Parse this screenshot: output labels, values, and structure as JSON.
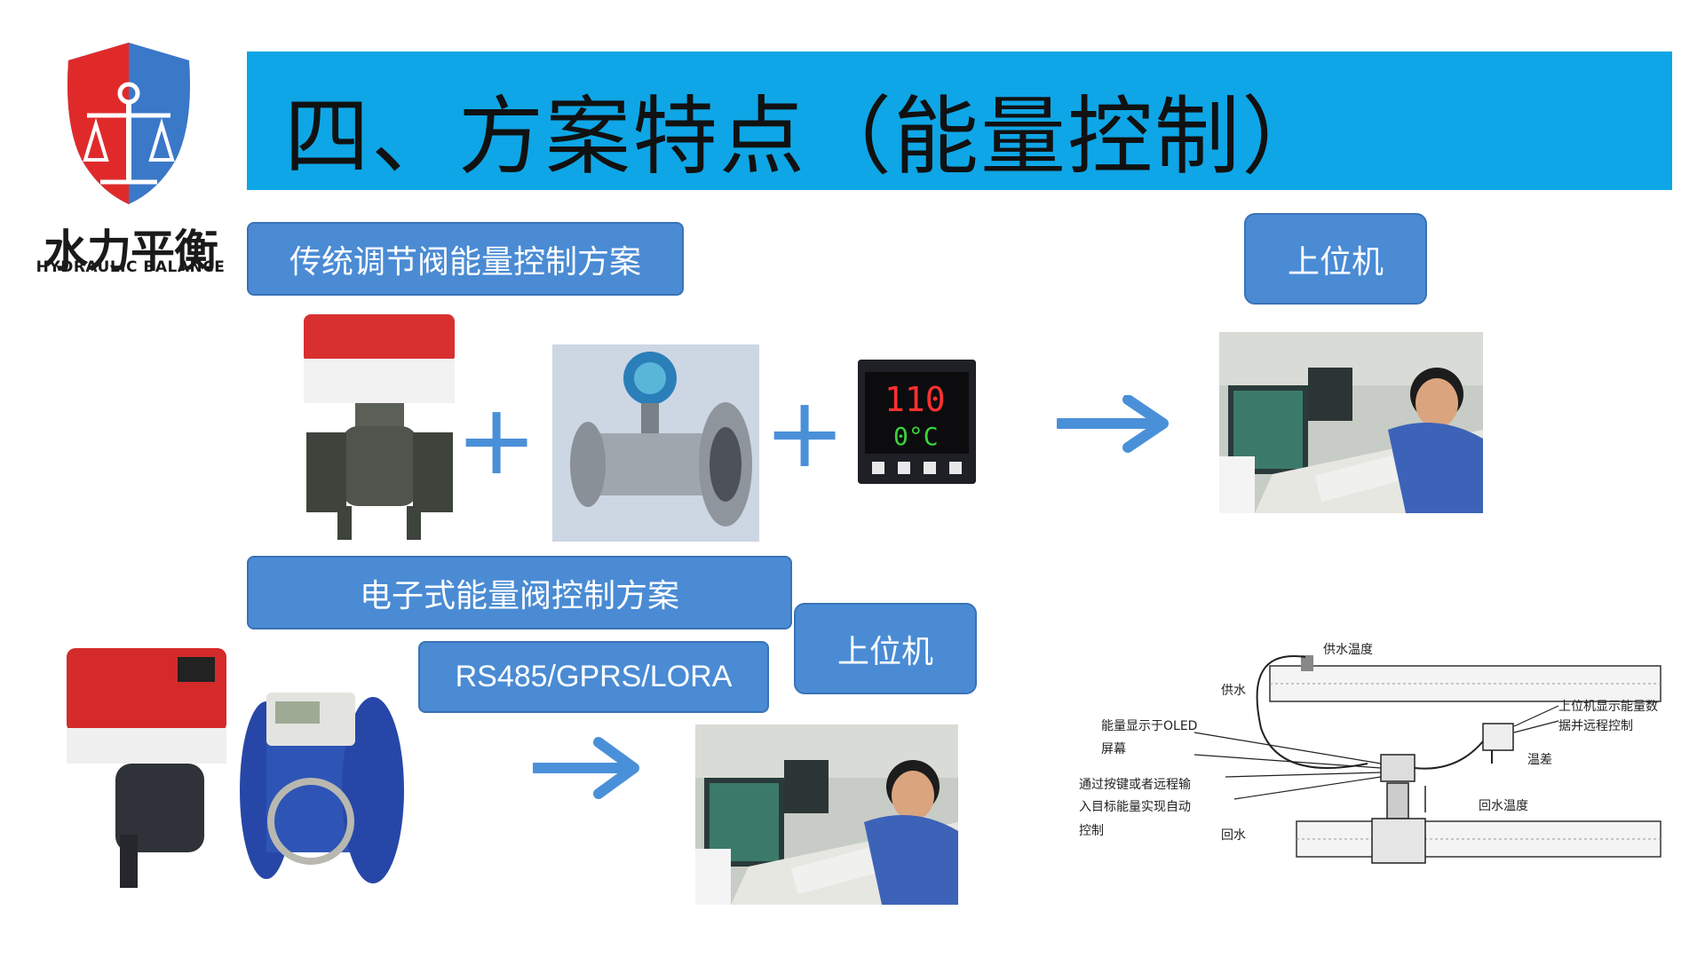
{
  "logo": {
    "name_cn": "水力平衡",
    "name_en": "HYDRAULIC BALANCE"
  },
  "title": "四、方案特点（能量控制）",
  "traditional": {
    "label": "传统调节阀能量控制方案",
    "host_label": "上位机"
  },
  "electronic": {
    "label": "电子式能量阀控制方案",
    "protocol_label": "RS485/GPRS/LORA",
    "host_label": "上位机"
  },
  "controller_display": {
    "top": "110",
    "bottom": "0°C"
  },
  "diagram": {
    "supply_temp": "供水温度",
    "supply_water": "供水",
    "return_water": "回水",
    "return_temp": "回水温度",
    "temp_diff": "温差",
    "host_display_line1": "上位机显示能量数",
    "host_display_line2": "据并远程控制",
    "oled_line1": "能量显示于OLED",
    "oled_line2": "屏幕",
    "remote_line1": "通过按键或者远程输",
    "remote_line2": "入目标能量实现自动",
    "remote_line3": "控制"
  },
  "colors": {
    "title_bar": "#0ea6e6",
    "box": "#4a8bd4",
    "arrow": "#4a90d9"
  }
}
